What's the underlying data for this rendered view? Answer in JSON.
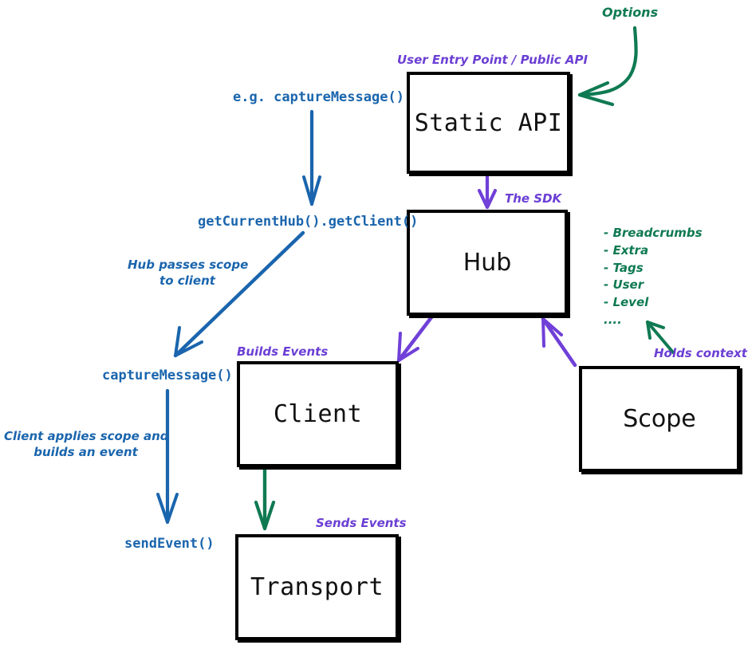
{
  "diagram": {
    "title": "Sentry SDK architecture flow",
    "colors": {
      "node_border": "#000000",
      "node_text": "#111111",
      "purple": "#6b3fd4",
      "green": "#0f7a52",
      "blue": "#1a65ad",
      "background": "#ffffff"
    }
  },
  "nodes": [
    {
      "id": "static-api",
      "label": "Static API"
    },
    {
      "id": "hub",
      "label": "Hub"
    },
    {
      "id": "client",
      "label": "Client"
    },
    {
      "id": "scope",
      "label": "Scope"
    },
    {
      "id": "transport",
      "label": "Transport"
    }
  ],
  "purple_annotations": {
    "static_api_caption": "User Entry Point / Public API",
    "hub_caption": "The SDK",
    "client_caption": "Builds Events",
    "scope_caption": "Holds context",
    "transport_caption": "Sends Events"
  },
  "green_annotations": {
    "options": "Options",
    "context_list": [
      "- Breadcrumbs",
      "- Extra",
      "- Tags",
      "- User",
      "- Level",
      "...."
    ]
  },
  "blue_annotations": {
    "entry_call": "e.g. captureMessage()",
    "get_client": "getCurrentHub().getClient()",
    "hub_passes_scope": "Hub passes scope\nto client",
    "hub_passes_scope_line1": "Hub passes scope",
    "hub_passes_scope_line2": "to client",
    "capture_message": "captureMessage()",
    "client_applies_line1": "Client applies scope and",
    "client_applies_line2": "builds an event",
    "send_event": "sendEvent()"
  }
}
